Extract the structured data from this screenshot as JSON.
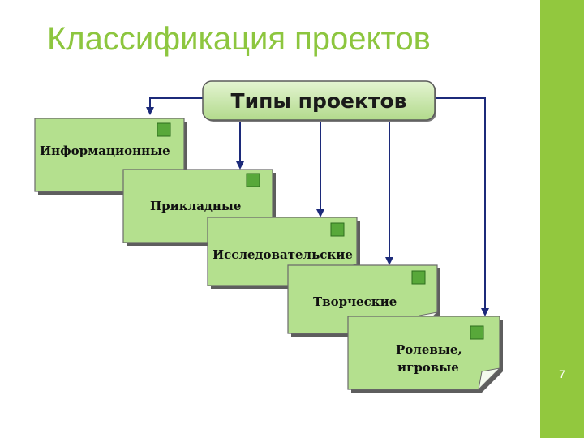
{
  "slide": {
    "title": "Классификация проектов",
    "page_number": "7"
  },
  "diagram": {
    "header": "Типы проектов",
    "types": [
      {
        "lines": [
          "Информационные"
        ]
      },
      {
        "lines": [
          "Прикладные"
        ]
      },
      {
        "lines": [
          "Исследовательские"
        ]
      },
      {
        "lines": [
          "Творческие"
        ]
      },
      {
        "lines": [
          "Ролевые,",
          "игровые"
        ]
      }
    ],
    "colors": {
      "title": "#8dc63f",
      "side_bar": "#92c83e",
      "note_fill": "#b4e08e",
      "note_border": "#6a6a6a",
      "header_fill": "#c6e6a8",
      "arrow": "#1c2a7a",
      "icon": "#58a83a"
    }
  }
}
